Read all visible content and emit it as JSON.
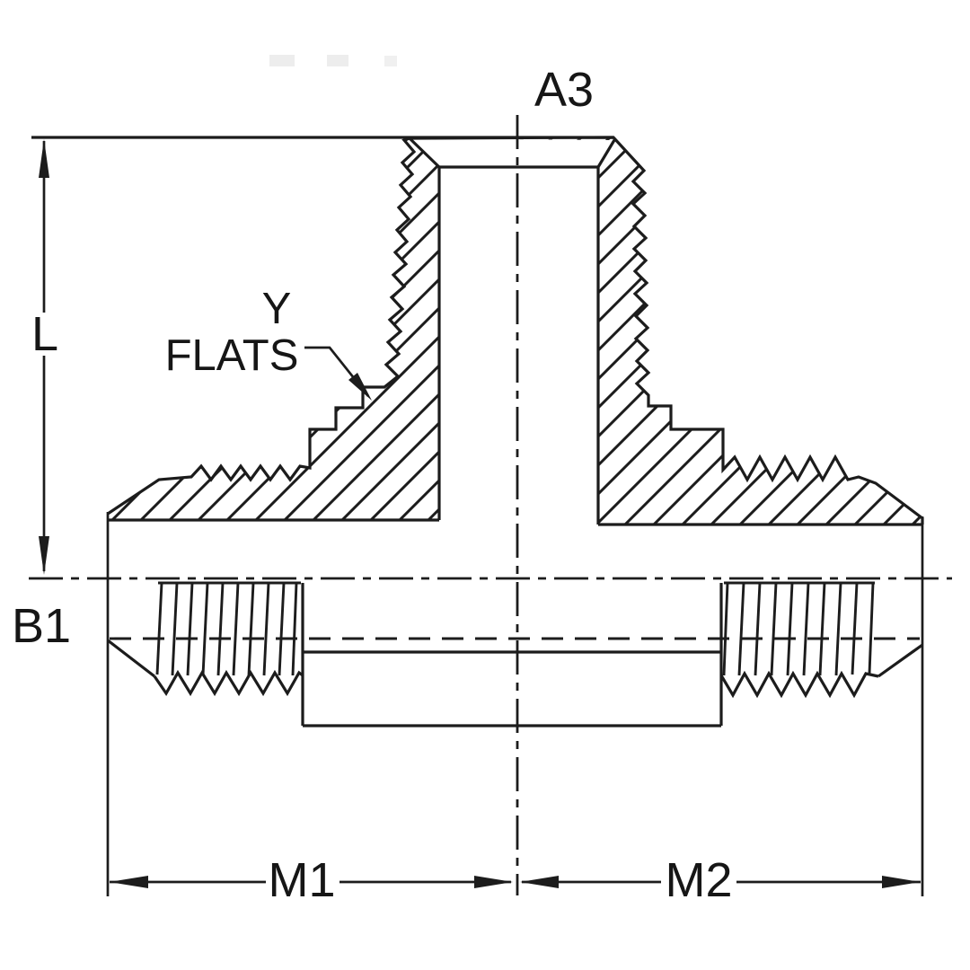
{
  "drawing": {
    "kind": "male-branch-tee-section-drawing",
    "labels": {
      "top_port": "A3",
      "length": "L",
      "flats_y": "Y",
      "flats": "FLATS",
      "side_port": "B1",
      "left_to_center": "M1",
      "center_to_right": "M2"
    },
    "colors": {
      "ink": "#1c1c1c",
      "background": "#ffffff"
    }
  }
}
